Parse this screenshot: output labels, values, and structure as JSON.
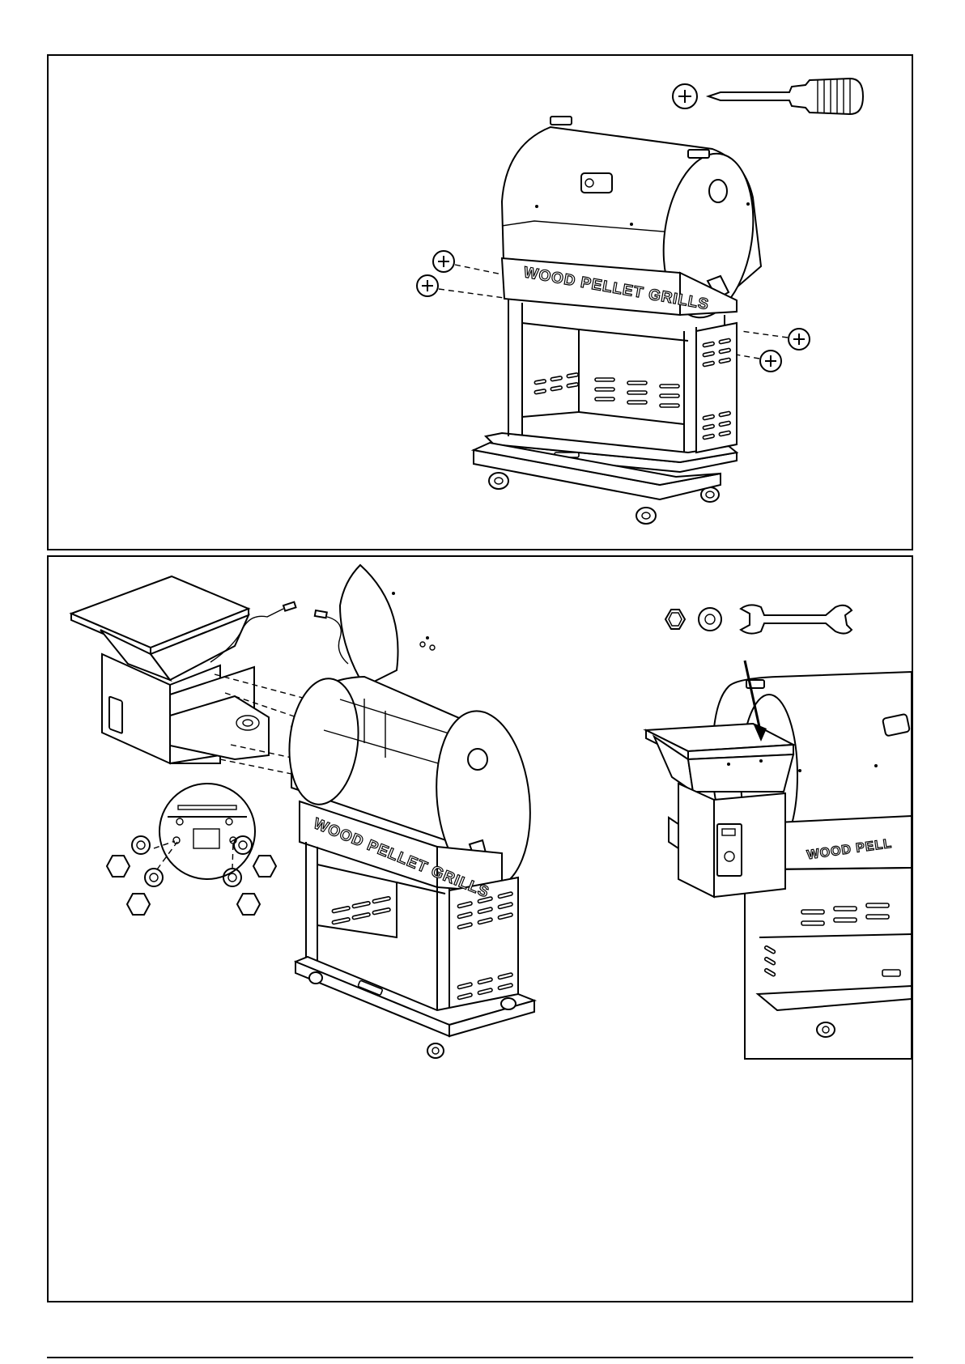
{
  "figure_top": {
    "grill_label": "WOOD PELLET GRILLS",
    "tool_icon": "phillips-screwdriver-icon",
    "screw_icon": "phillips-screw-icon"
  },
  "figure_bottom": {
    "grill_label": "WOOD PELLET GRILLS",
    "grill_label_partial": "WOOD PELL",
    "tool_icons": [
      "hex-nut-icon",
      "washer-icon",
      "open-wrench-icon"
    ]
  }
}
